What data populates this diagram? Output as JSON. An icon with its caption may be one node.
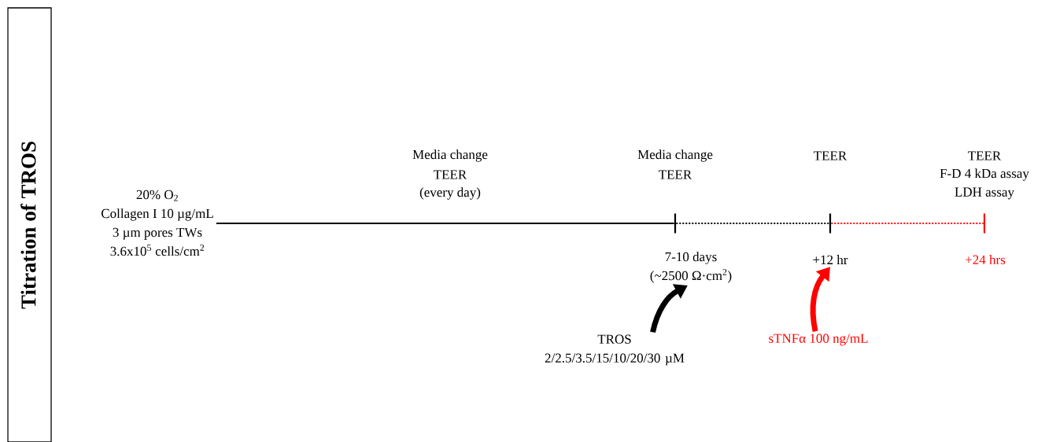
{
  "diagram": {
    "nodes": [
      {
        "text": [
          "Titration of TROS"
        ]
      },
      {
        "text": [
          "20% O$_{2}$",
          "Collagen I 10 µg/mL",
          "3 µm pores TWs",
          "3.6x10$^{5}$ cells/cm$^{2}$"
        ]
      },
      {
        "text": [],
        "shape": "bar",
        "beside": [
          "Media change",
          "TEER"
        ]
      },
      {
        "text": [],
        "shape": "bar",
        "beside": [
          "TEER"
        ]
      },
      {
        "text": [],
        "shape": "bar",
        "beside": [
          "TEER",
          "F-D 4 kDa assay",
          "LDH assay"
        ]
      },
      {
        "text": [
          "7-10 days",
          "(~2500 Ω·cm$^{2}$)"
        ]
      },
      {
        "text": [
          "+12 hr"
        ]
      },
      {
        "text": [
          "+24 hrs"
        ]
      },
      {
        "text": [
          "TROS 2/2.5/3.5/15/10/20/30 µM"
        ]
      },
      {
        "text": [
          "sTNFα 100 ng/mL"
        ]
      }
    ],
    "edges": [
      {
        "from": 1,
        "to": 2,
        "arrow": "none"
      },
      {
        "from": 2,
        "to": 3,
        "arrow": "none",
        "style": "dashed"
      },
      {
        "from": 3,
        "to": 4,
        "arrow": "none",
        "style": "dashed",
        "color": "#ff0000"
      },
      {
        "from": 8,
        "to": 5,
        "arrow": "to",
        "style": "thick"
      },
      {
        "from": 9,
        "to": 6,
        "arrow": "to",
        "style": "thick",
        "color": "#ff0000"
      }
    ],
    "labels": [
      "Media change",
      "TEER",
      "(every day)"
    ]
  }
}
